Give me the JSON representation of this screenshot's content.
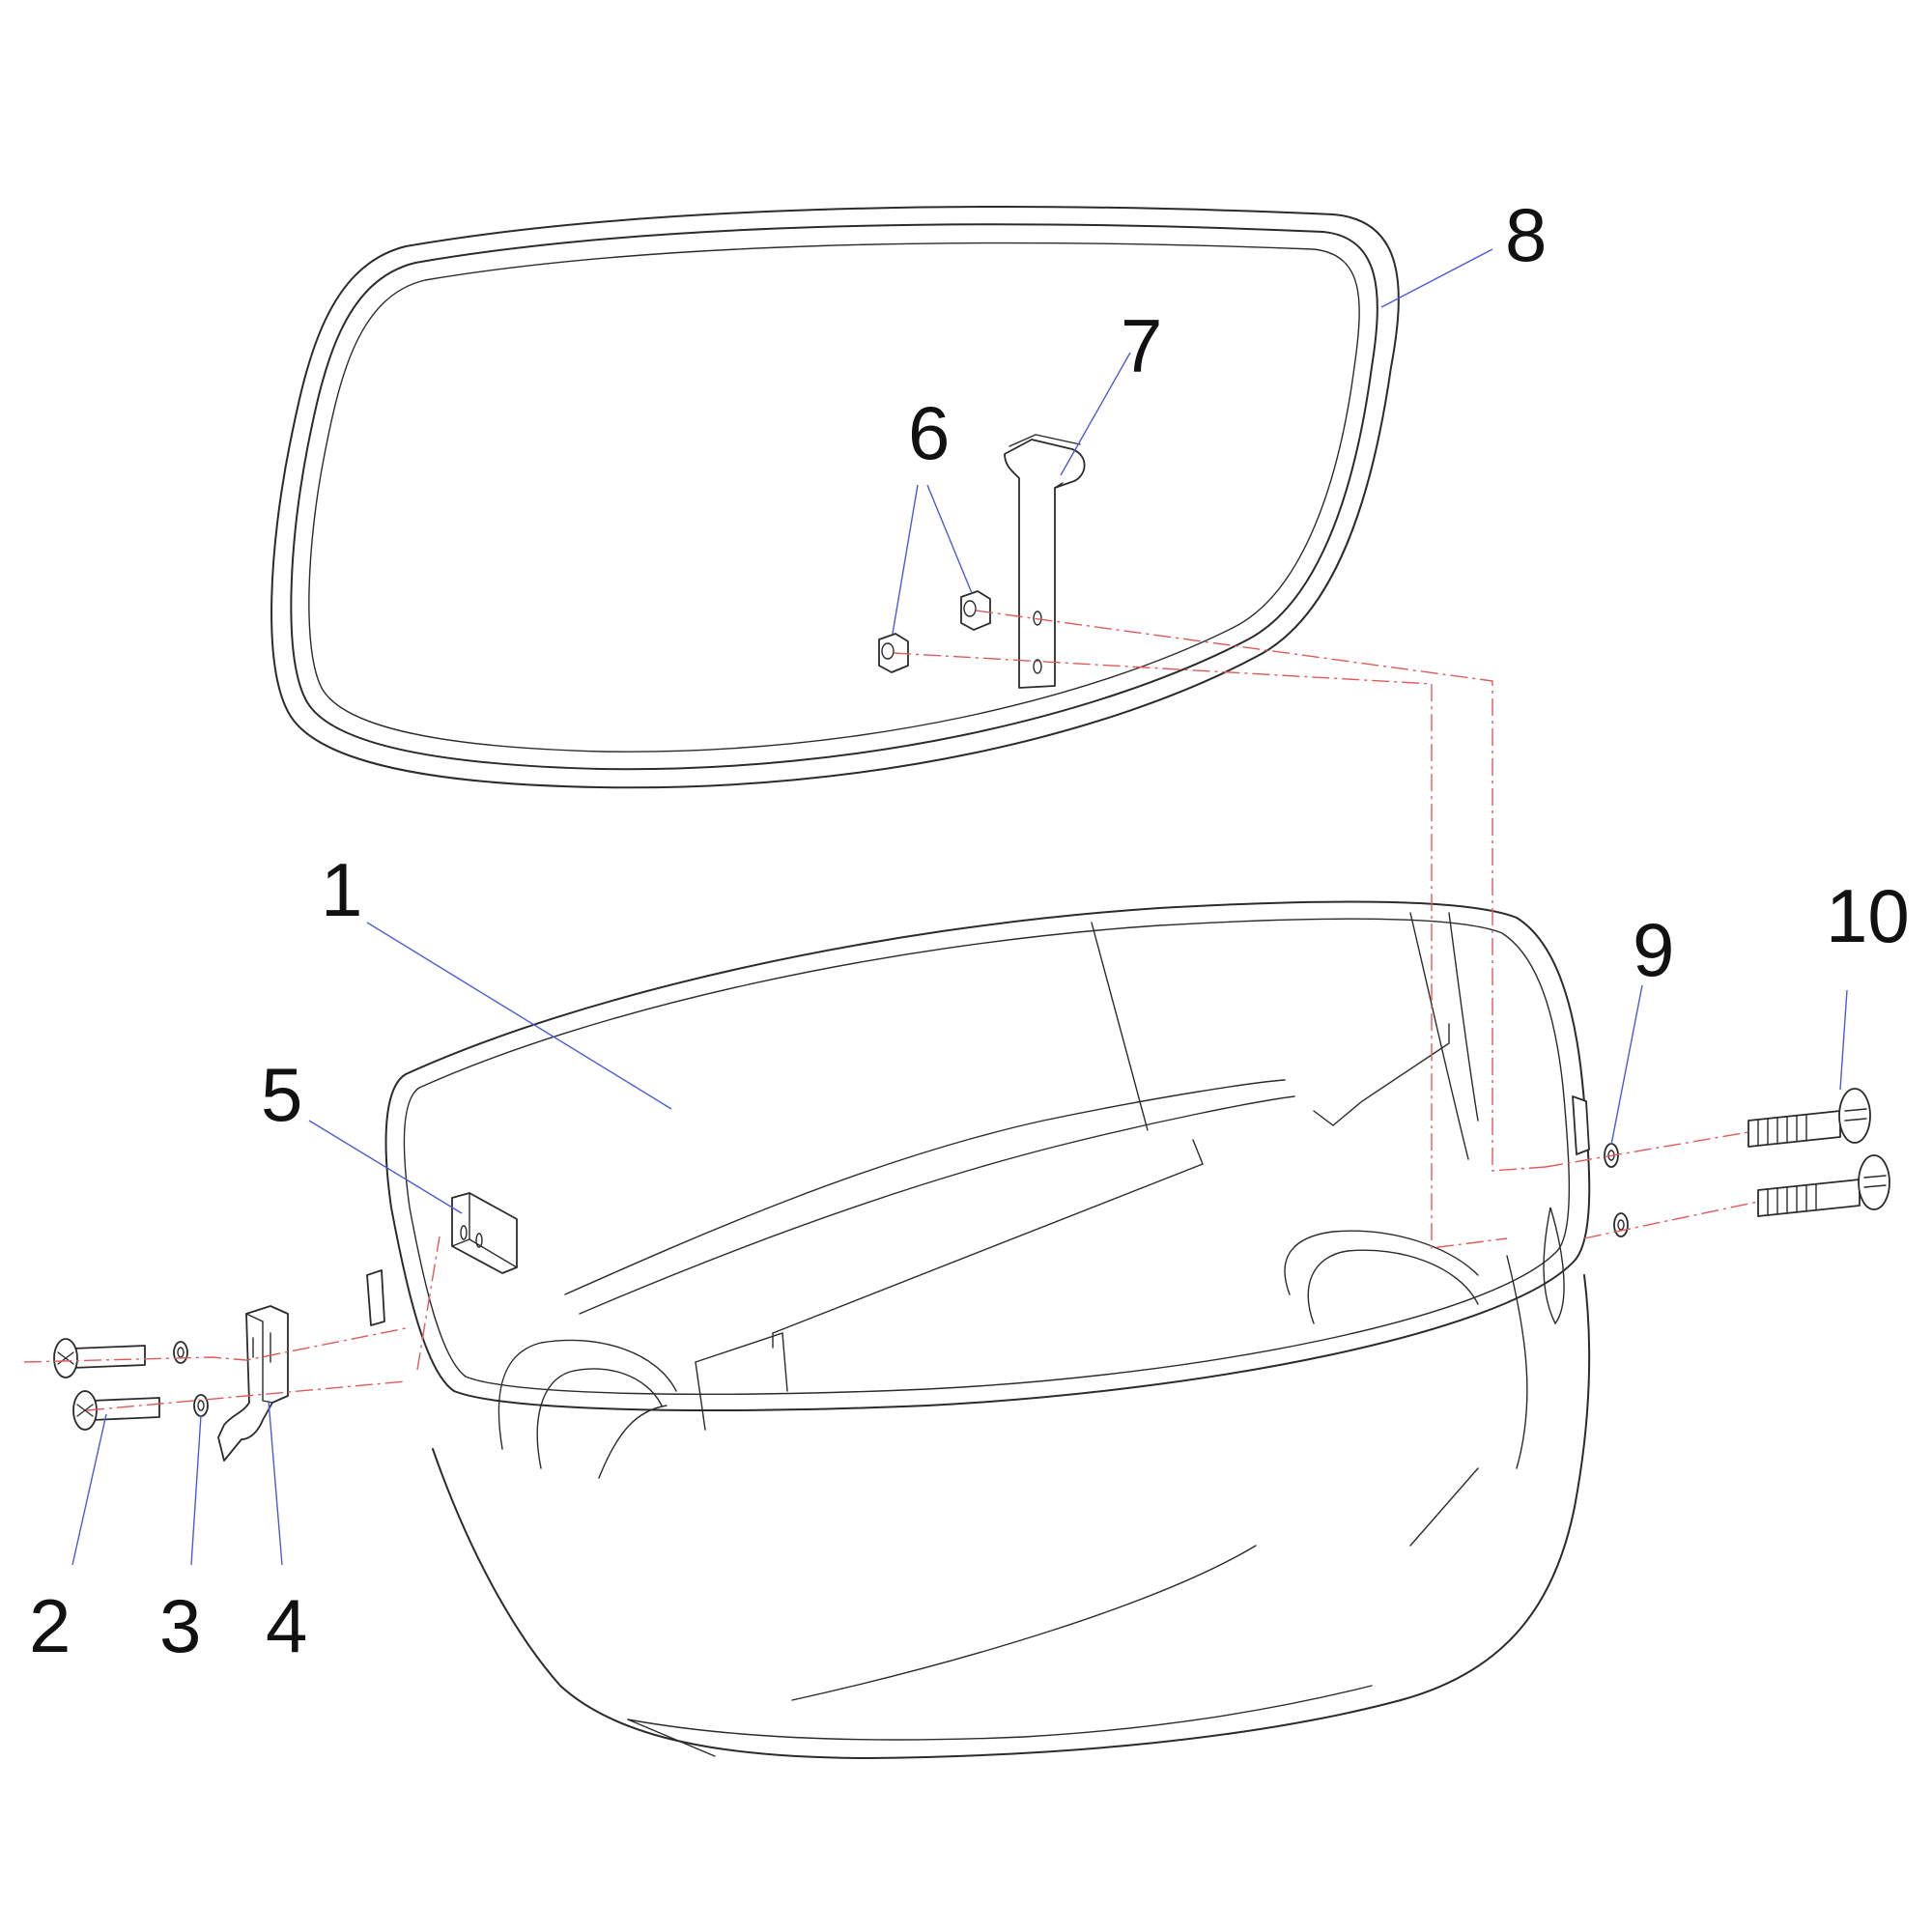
{
  "callouts": [
    {
      "id": "1",
      "label": "1"
    },
    {
      "id": "2",
      "label": "2"
    },
    {
      "id": "3",
      "label": "3"
    },
    {
      "id": "4",
      "label": "4"
    },
    {
      "id": "5",
      "label": "5"
    },
    {
      "id": "6",
      "label": "6"
    },
    {
      "id": "7",
      "label": "7"
    },
    {
      "id": "8",
      "label": "8"
    },
    {
      "id": "9",
      "label": "9"
    },
    {
      "id": "10",
      "label": "10"
    }
  ],
  "colors": {
    "outline": "#2b2b2b",
    "leader_line": "#4b5bd6",
    "center_line": "#e05a5a",
    "background": "#ffffff"
  }
}
